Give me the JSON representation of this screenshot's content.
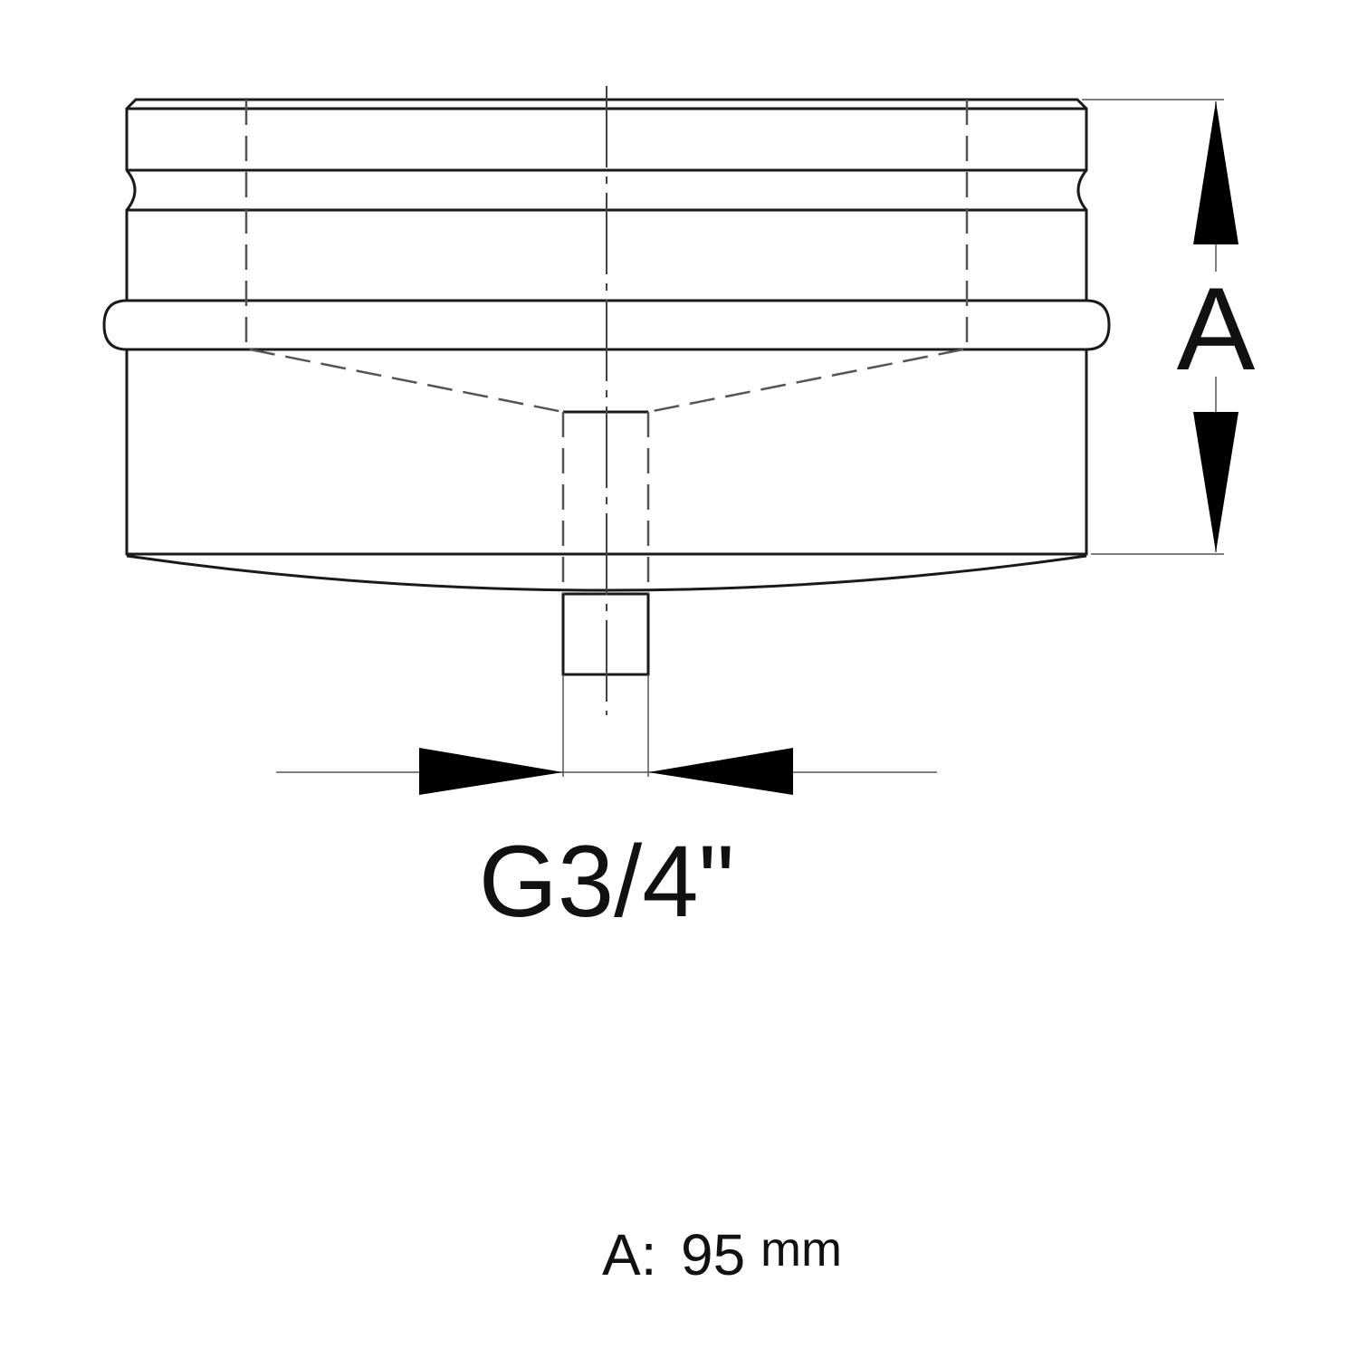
{
  "drawing": {
    "thread_label": "G3/4\"",
    "height_label": "A",
    "legend": {
      "key": "A:",
      "value": "95",
      "unit": "mm"
    }
  }
}
